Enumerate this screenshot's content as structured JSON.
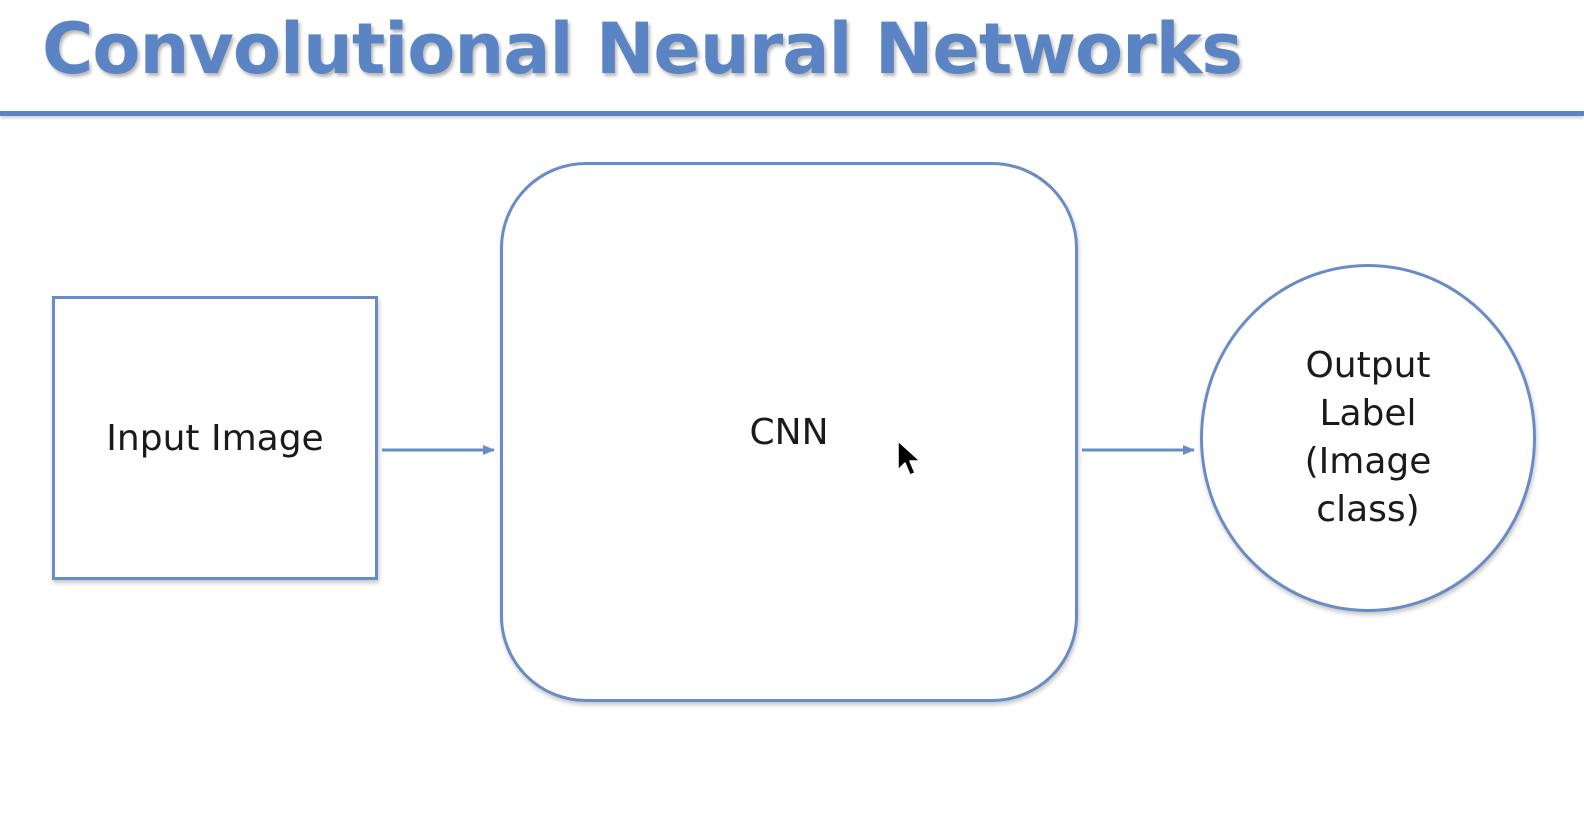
{
  "slide": {
    "title": "Convolutional Neural Networks"
  },
  "diagram": {
    "nodes": [
      {
        "id": "input",
        "label": "Input Image",
        "shape": "rectangle"
      },
      {
        "id": "cnn",
        "label": "CNN",
        "shape": "rounded-rectangle"
      },
      {
        "id": "output",
        "label": "Output Label (Image class)",
        "shape": "circle"
      }
    ],
    "edges": [
      {
        "from": "input",
        "to": "cnn"
      },
      {
        "from": "cnn",
        "to": "output"
      }
    ]
  },
  "colors": {
    "accent": "#5b84c4",
    "stroke": "#6a8cc6",
    "text": "#1a1a1a",
    "background": "#ffffff"
  },
  "icons": {
    "cursor": "mouse-pointer-icon"
  }
}
